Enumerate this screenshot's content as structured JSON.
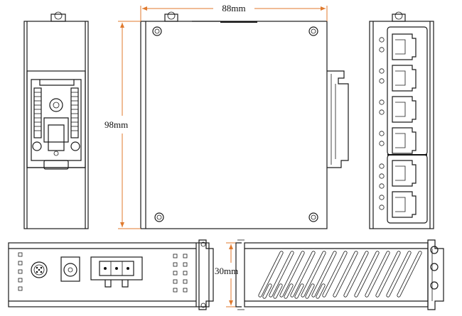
{
  "dimensions": {
    "width_label": "88mm",
    "height_label": "98mm",
    "depth_label": "30mm"
  },
  "colors": {
    "dimension_line": "#e07a2e",
    "outline": "#1a1a1a",
    "background": "#ffffff"
  },
  "views": [
    "side-view-din-rail",
    "top-view",
    "front-view-ports",
    "bottom-view-power",
    "side-view-vents"
  ],
  "ports": {
    "rj45_count": 6
  }
}
